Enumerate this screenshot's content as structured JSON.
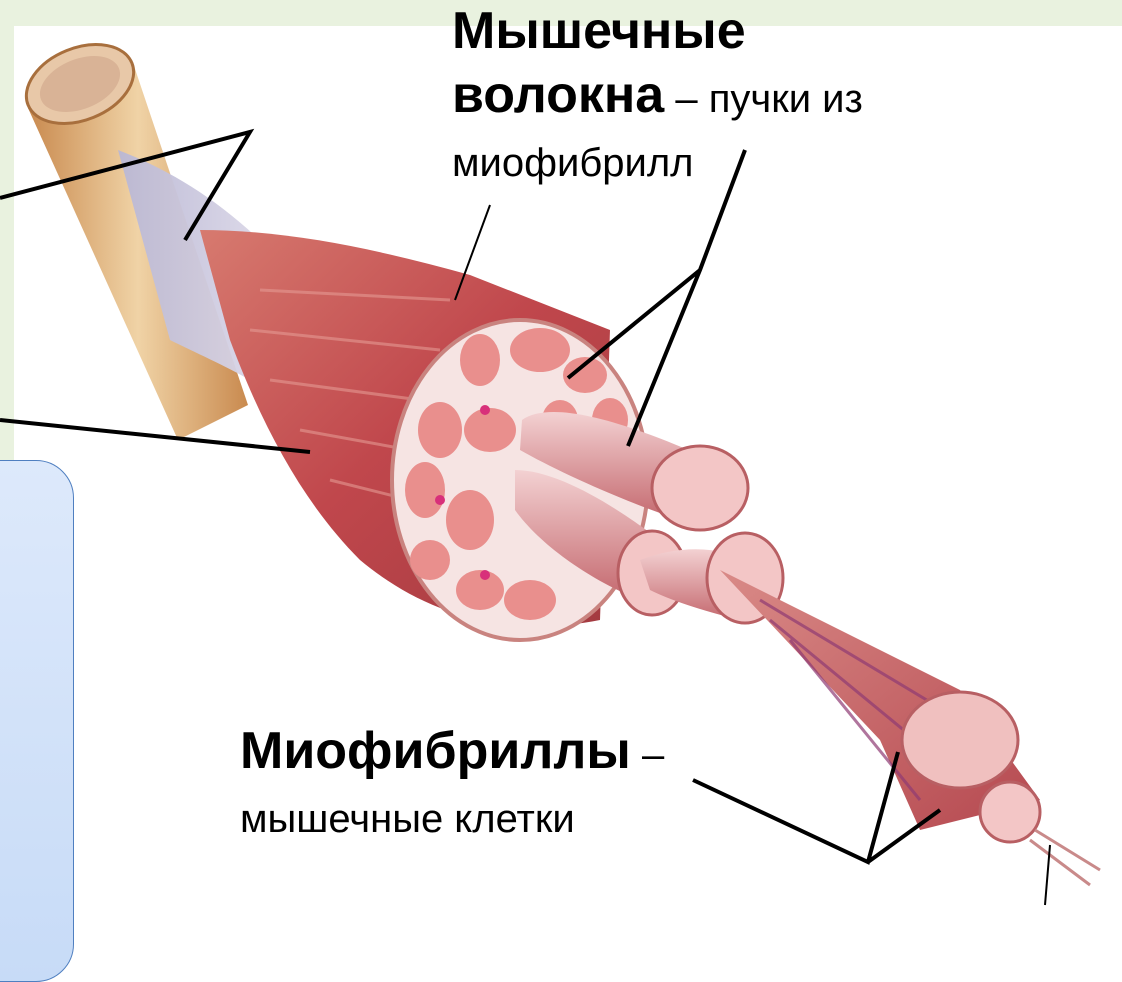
{
  "labels": {
    "muscle_fibers": {
      "term_line1": "Мышечные",
      "term_line2": "волокна",
      "dash": " – ",
      "desc_line1": "пучки из",
      "desc_line2": "миофибрилл"
    },
    "myofibrils": {
      "term": "Миофибриллы",
      "dash": " –",
      "desc": "мышечные клетки"
    }
  },
  "colors": {
    "slide_band": "#e9f2df",
    "callout_fill": "#c7dbf7",
    "callout_border": "#4f7fc0",
    "muscle_red": "#c7555a",
    "tendon_tan": "#d9a66e",
    "fascicle_pink": "#f2b8b6"
  }
}
